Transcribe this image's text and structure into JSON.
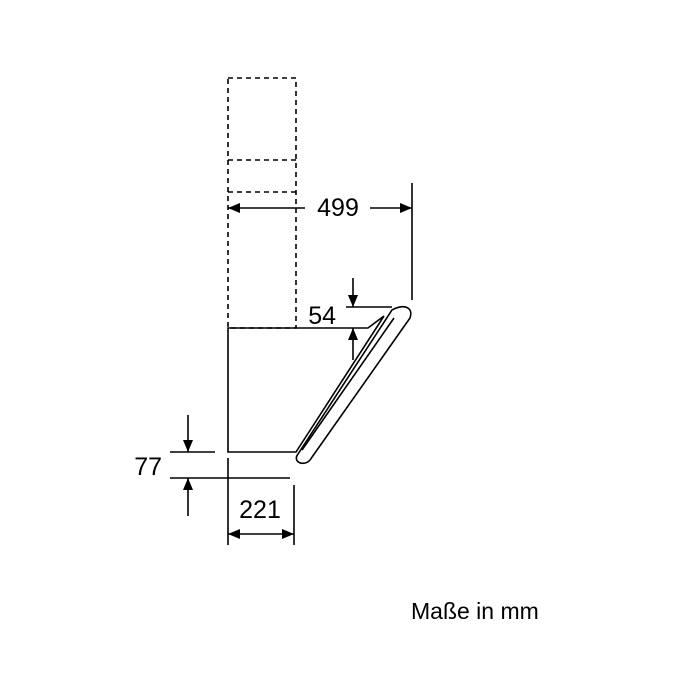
{
  "dimensions": {
    "width": "499",
    "top_offset": "54",
    "bottom_offset": "77",
    "depth": "221"
  },
  "caption": "Maße in mm",
  "colors": {
    "line": "#000000",
    "background": "#ffffff"
  }
}
